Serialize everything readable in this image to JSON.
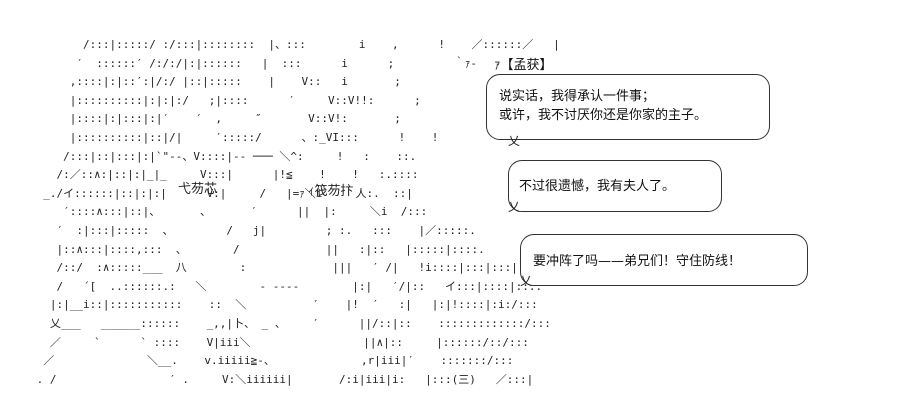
{
  "art": {
    "lines": [
      "        /:::|:::::/ :/:::|::::::::  |、:::        i    ,      !    ／::::::／   |",
      "       ′  ::::::′ /:/:/|:|::::::   |  :::      i      ;         ｀ｧ‐",
      "      ,::::|:|::′:|/:/ |::|:::::    |    V::   i       ;",
      "      |::::::::::|:|:|:/   ;|::::      ′     V::V!!:      ;",
      "      |::::|:|:::|:|′    ′  ,     ″       V::V!:       ;",
      "      |::::::::::|::|/|     ′:::::/      、:_VI:::      !    !",
      "     /:::|::|:::|:|`\"‐-、V::::|‐‐ ─── ＼^:     !   :    ::.",
      "    /:／::∧:|::|:|_|_     V:::|      |!≦    !    !   :.::::",
      "  _./イ::::::|::|:|:|      V:|     /   |=ｧ＼i     人:.  ::|",
      "     ′::::∧:::|::|、      、      ′      ||  |:     ＼i  /:::",
      "    ′  :|:::|:::::  、        /   j|         ; :.   :::    |／:::::.",
      "    |::∧:::|::::,:::  、       /             ||   :|::   |:::::|::::.",
      "    /::/  :∧:::::___  八        :             |||   ′ /|   !i::::|:::|:::|",
      "    /   ´[  ..::::::.:   ＼        ‐ -‐‐‐        |:|   ′/|::   イ:::|::::|::::",
      "   |:|__i::|:::::::::::    ::  ＼          ′    |!  ′   :|   |:|!::::|:i:/:::",
      "   乂___   ______::::::    _,,|卜、 _ 、    ′      ||/::|::    :::::::::::::/:::",
      "   ／     `      ` ::::    V|iii＼                 ||∧|::     |::::::/::/:::",
      "  ／              ＼__.    v.iiiii≧-、             ,r|iii|′    :::::::/:::",
      " . /                 ′ .     V:＼iiiiii|       /:i|iii|i:   |:::(三)   ／:::|"
    ],
    "labels": [
      "弋芴芯",
      "ｨ筏芴抃"
    ]
  },
  "speaker": "ｧ【孟获】",
  "bubbles": [
    {
      "lines": [
        "说实话，我得承认一件事；",
        "或许，我不讨厌你还是你家的主子。"
      ]
    },
    {
      "lines": [
        "不过很遗憾，我有夫人了。"
      ]
    },
    {
      "lines": [
        "要冲阵了吗——弟兄们！守住防线！"
      ]
    }
  ]
}
